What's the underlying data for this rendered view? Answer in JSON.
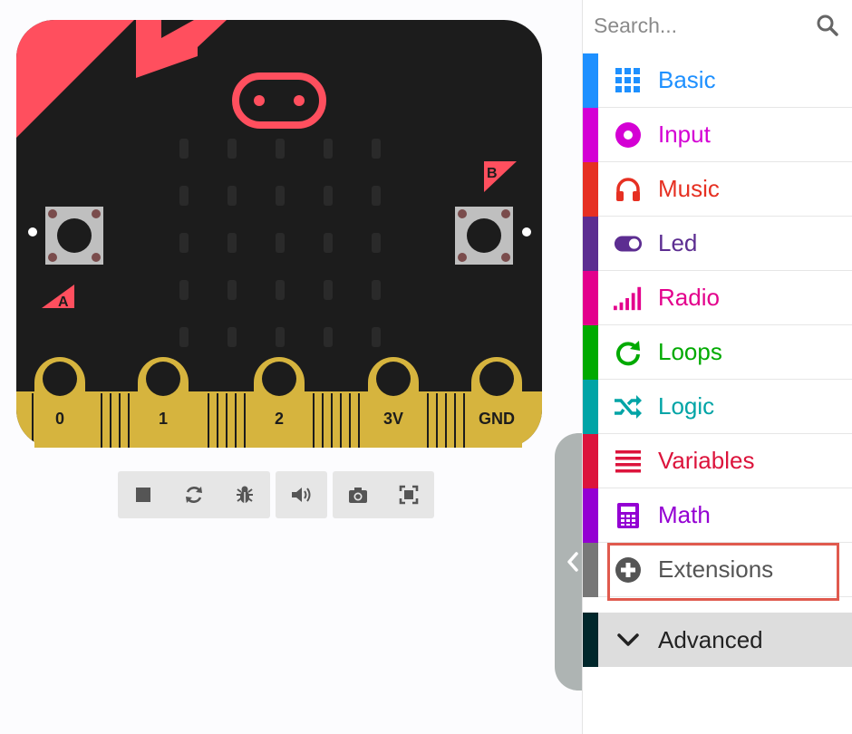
{
  "board": {
    "pin_labels": [
      "0",
      "1",
      "2",
      "3V",
      "GND"
    ],
    "button_a_label": "A",
    "button_b_label": "B",
    "colors": {
      "body": "#1c1c1c",
      "accent": "#ff4f5e",
      "gold": "#d6b43e",
      "button": "#bfbfbf"
    }
  },
  "sim_toolbar": {
    "buttons": [
      {
        "icon": "stop-icon"
      },
      {
        "icon": "restart-icon"
      },
      {
        "icon": "debug-bug-icon"
      },
      {
        "icon": "volume-icon"
      },
      {
        "icon": "camera-icon"
      },
      {
        "icon": "fullscreen-icon"
      }
    ]
  },
  "toolbox": {
    "search": {
      "placeholder": "Search..."
    },
    "categories": [
      {
        "label": "Basic",
        "color": "#1e90ff",
        "icon": "grid-icon"
      },
      {
        "label": "Input",
        "color": "#d400d4",
        "icon": "input-circle-icon"
      },
      {
        "label": "Music",
        "color": "#e63022",
        "icon": "headphones-icon"
      },
      {
        "label": "Led",
        "color": "#5c2d91",
        "icon": "toggle-icon"
      },
      {
        "label": "Radio",
        "color": "#e3008c",
        "icon": "signal-bars-icon"
      },
      {
        "label": "Loops",
        "color": "#00aa00",
        "icon": "loop-arrow-icon"
      },
      {
        "label": "Logic",
        "color": "#00a4a6",
        "icon": "shuffle-icon"
      },
      {
        "label": "Variables",
        "color": "#dc143c",
        "icon": "list-lines-icon"
      },
      {
        "label": "Math",
        "color": "#9400d3",
        "icon": "calculator-icon"
      },
      {
        "label": "Extensions",
        "color": "#777777",
        "icon": "plus-circle-icon"
      }
    ],
    "advanced": {
      "label": "Advanced",
      "icon": "chevron-down-icon"
    }
  }
}
